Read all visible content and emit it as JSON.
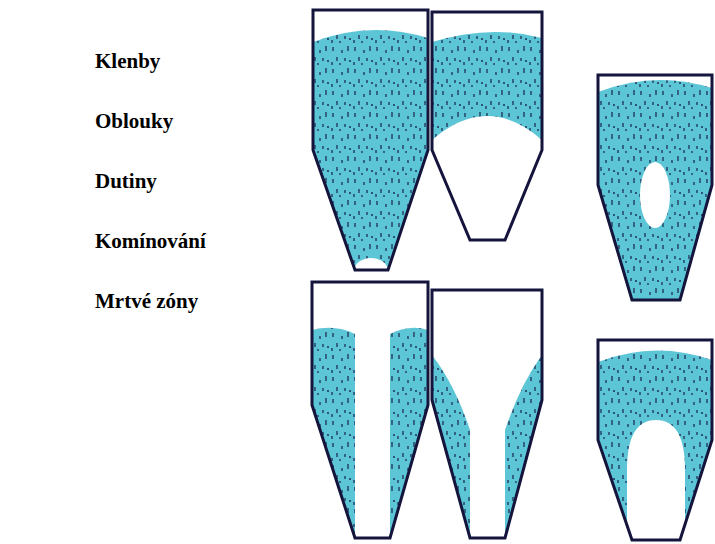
{
  "diagram": {
    "labels": [
      "Klenby",
      "Oblouky",
      "Dutiny",
      "Komínování",
      "Mrtvé zóny"
    ]
  }
}
